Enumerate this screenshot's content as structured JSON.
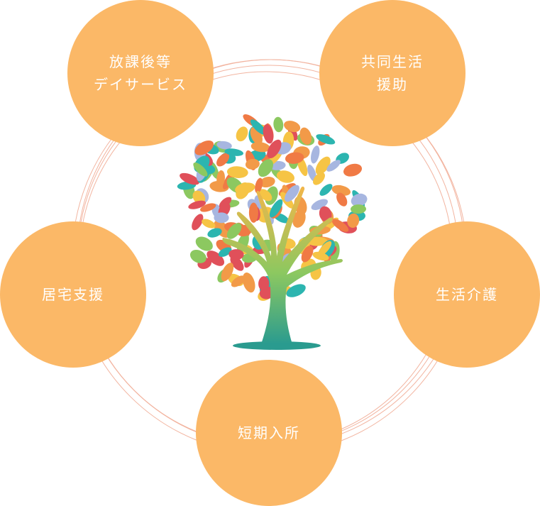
{
  "diagram": {
    "services": [
      {
        "label": "放課後等\nデイサービス"
      },
      {
        "label": "共同生活\n援助"
      },
      {
        "label": "居宅支援"
      },
      {
        "label": "生活介護"
      },
      {
        "label": "短期入所"
      }
    ],
    "colors": {
      "node_fill": "#fbb867",
      "node_text": "#ffffff",
      "ring_stroke": "#f0a890",
      "trunk_top": "#f2b64a",
      "trunk_bottom": "#2a9b8f",
      "leaf_palette": [
        "#f07a45",
        "#f6c445",
        "#8cc860",
        "#a7b6e0",
        "#e0505a",
        "#2cb5b0",
        "#f29a48"
      ]
    },
    "icons": {
      "center": "tree-icon"
    }
  }
}
